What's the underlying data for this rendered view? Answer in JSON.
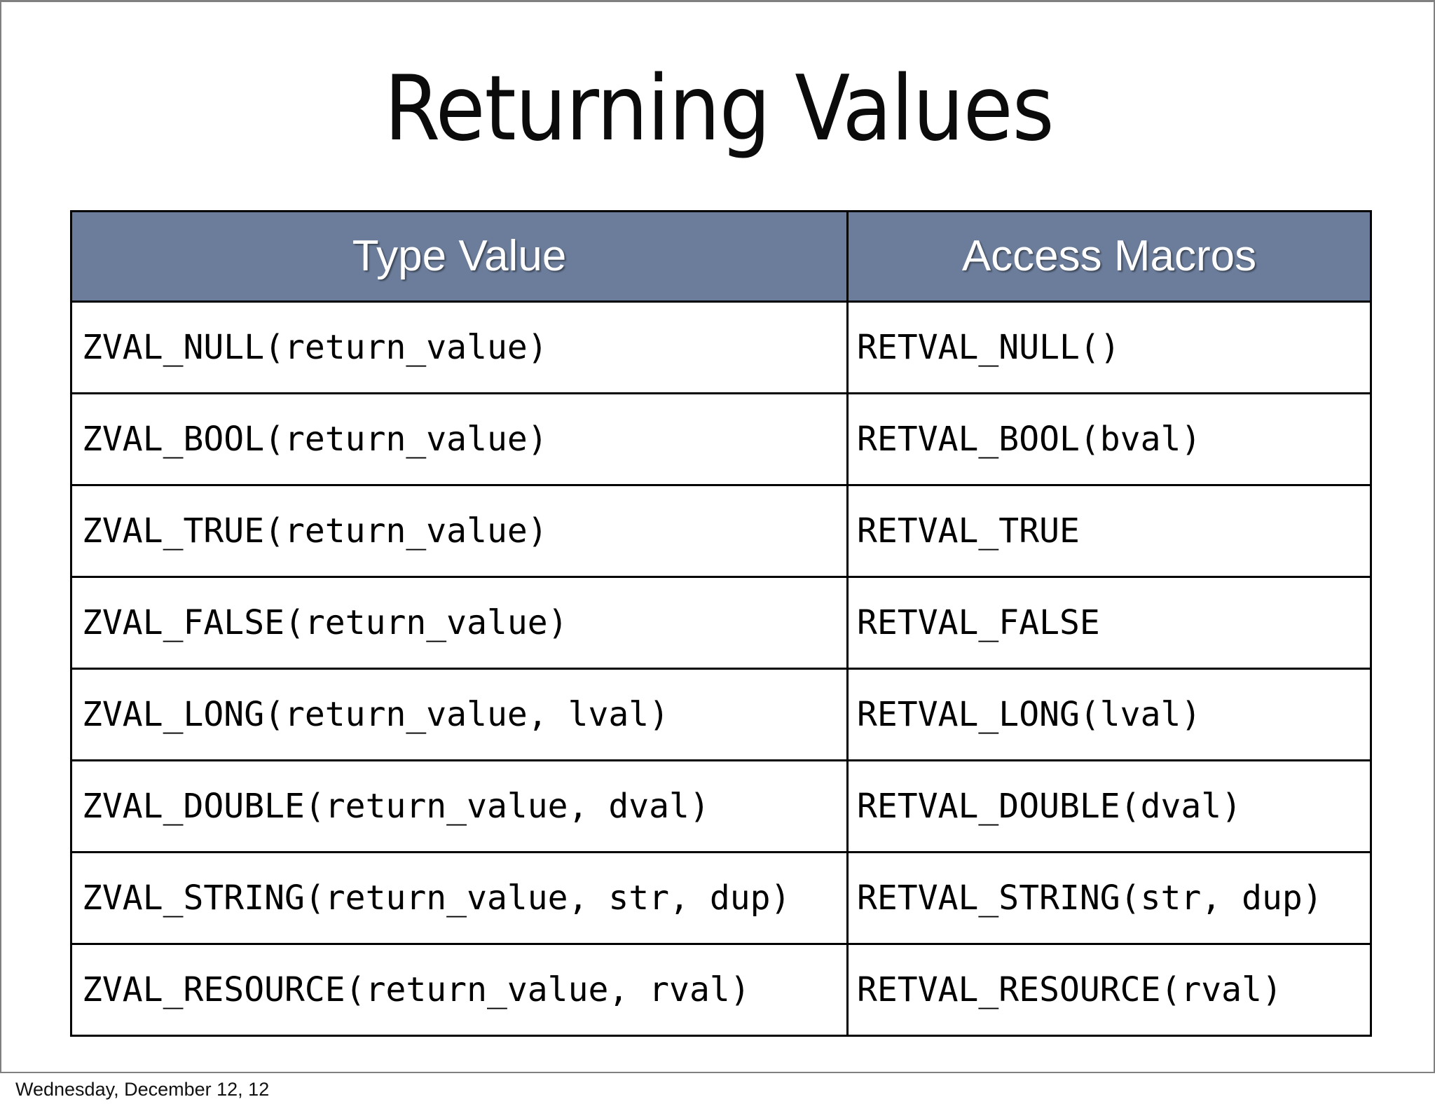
{
  "slide": {
    "title": "Returning Values",
    "footer_date": "Wednesday, December 12, 12"
  },
  "colors": {
    "header_background": "#6b7d9b",
    "header_text": "#ffffff",
    "body_text": "#000000",
    "table_border": "#000000",
    "slide_border": "#808080",
    "page_background": "#ffffff"
  },
  "table": {
    "columns": [
      {
        "key": "type_value",
        "label": "Type Value"
      },
      {
        "key": "access_macros",
        "label": "Access Macros"
      }
    ],
    "rows": [
      {
        "type_value": "ZVAL_NULL(return_value)",
        "access_macros": "RETVAL_NULL()"
      },
      {
        "type_value": "ZVAL_BOOL(return_value)",
        "access_macros": "RETVAL_BOOL(bval)"
      },
      {
        "type_value": "ZVAL_TRUE(return_value)",
        "access_macros": "RETVAL_TRUE"
      },
      {
        "type_value": "ZVAL_FALSE(return_value)",
        "access_macros": "RETVAL_FALSE"
      },
      {
        "type_value": "ZVAL_LONG(return_value, lval)",
        "access_macros": "RETVAL_LONG(lval)"
      },
      {
        "type_value": "ZVAL_DOUBLE(return_value, dval)",
        "access_macros": "RETVAL_DOUBLE(dval)"
      },
      {
        "type_value": "ZVAL_STRING(return_value, str, dup)",
        "access_macros": "RETVAL_STRING(str, dup)"
      },
      {
        "type_value": "ZVAL_RESOURCE(return_value, rval)",
        "access_macros": "RETVAL_RESOURCE(rval)"
      }
    ]
  }
}
